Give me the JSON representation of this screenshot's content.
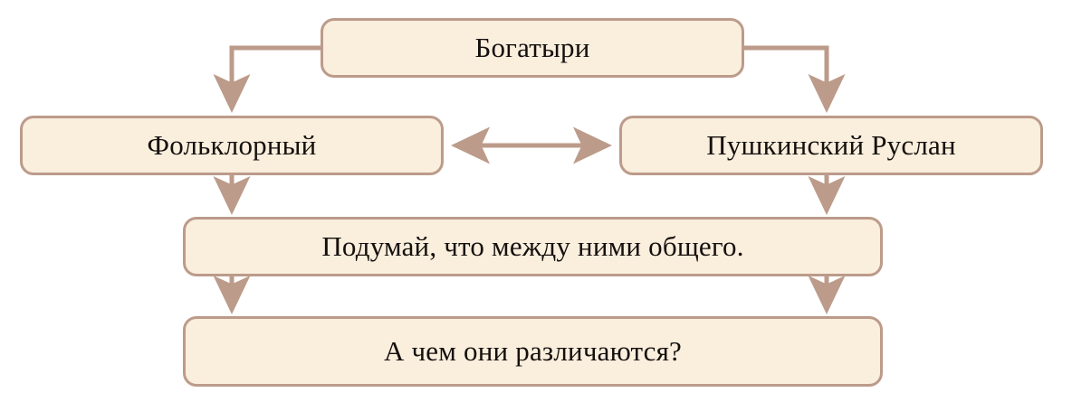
{
  "diagram": {
    "title_text": "Богатыри",
    "background_color": "#ffffff",
    "node_fill_color": "#faeedd",
    "node_border_color": "#bc9b8a",
    "connector_color": "#bc9b8a",
    "text_color": "#15100d",
    "nodes": [
      {
        "id": "root",
        "label": "Богатыри"
      },
      {
        "id": "folklore",
        "label": "Фольклорный"
      },
      {
        "id": "pushkin",
        "label": "Пушкинский Руслан"
      },
      {
        "id": "common",
        "label": "Подумай, что между ними общего."
      },
      {
        "id": "different",
        "label": "А чем они различаются?"
      }
    ],
    "connectors": [
      {
        "id": "root-to-folklore",
        "from": "root",
        "to": "folklore",
        "type": "elbow-left-down-arrow"
      },
      {
        "id": "root-to-pushkin",
        "from": "root",
        "to": "pushkin",
        "type": "elbow-right-down-arrow"
      },
      {
        "id": "folklore-to-pushkin",
        "from": "folklore",
        "to": "pushkin",
        "type": "horizontal-double-arrow"
      },
      {
        "id": "folklore-to-common",
        "from": "folklore",
        "to": "common",
        "type": "vertical-down-arrow"
      },
      {
        "id": "pushkin-to-common",
        "from": "pushkin",
        "to": "common",
        "type": "vertical-down-arrow"
      },
      {
        "id": "common-to-different-left",
        "from": "common",
        "to": "different",
        "type": "vertical-down-arrow"
      },
      {
        "id": "common-to-different-right",
        "from": "common",
        "to": "different",
        "type": "vertical-down-arrow"
      }
    ]
  }
}
